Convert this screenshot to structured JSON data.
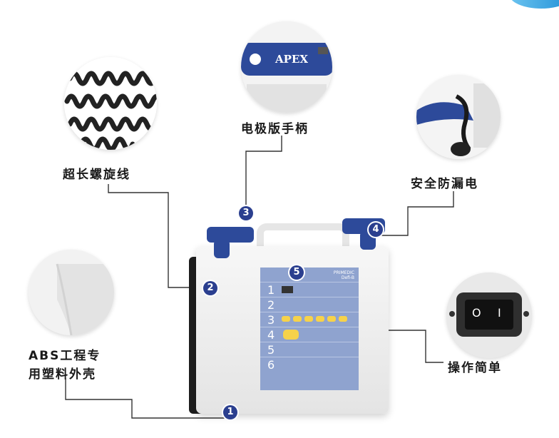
{
  "callouts": {
    "spiral_cable": "超长螺旋线",
    "electrode_handle": "电极版手柄",
    "leak_protection": "安全防漏电",
    "easy_operation": "操作简单",
    "abs_shell_line1": "ABS工程专",
    "abs_shell_line2": "用塑料外壳"
  },
  "handle_brand": "APEX",
  "device": {
    "brand_line1": "PRIMEDIC",
    "brand_line2": "Defi-B",
    "steps": [
      "1",
      "2",
      "3",
      "4",
      "5",
      "6"
    ]
  },
  "badges": [
    "1",
    "2",
    "3",
    "4",
    "5"
  ],
  "switch": {
    "symbol_off": "O",
    "symbol_on": "I"
  },
  "colors": {
    "badge": "#2b3f8f",
    "paddle": "#2d4a9a",
    "panel": "#8fa3cf",
    "button": "#f6d24a",
    "accent": "#1f8fd6"
  }
}
